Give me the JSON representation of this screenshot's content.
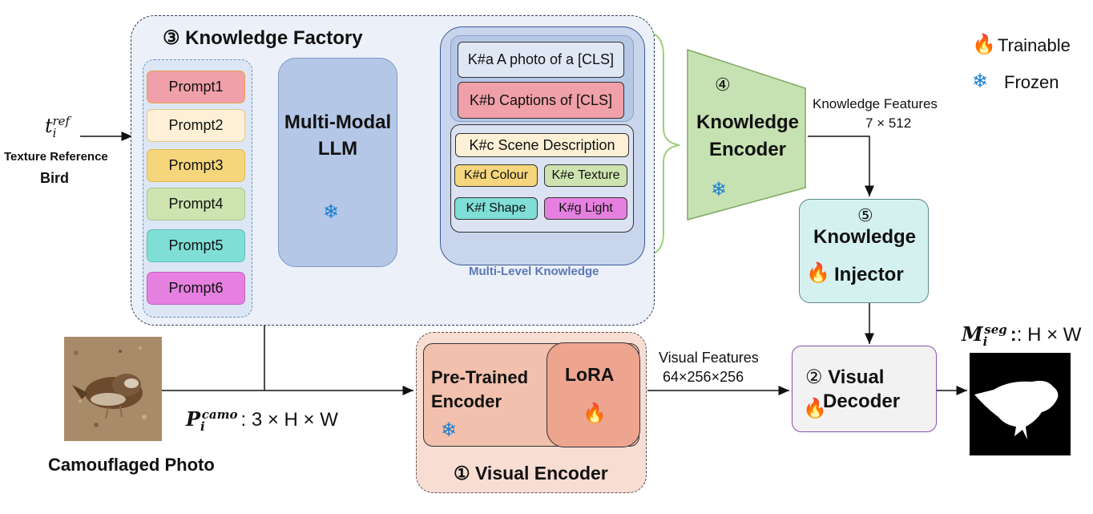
{
  "legend": {
    "trainable": "Trainable",
    "frozen": "Frozen"
  },
  "factory": {
    "title": "③ Knowledge Factory"
  },
  "prompts": [
    "Prompt1",
    "Prompt2",
    "Prompt3",
    "Prompt4",
    "Prompt5",
    "Prompt6"
  ],
  "mllm": {
    "line1": "Multi-Modal",
    "line2": "LLM"
  },
  "knowledge": {
    "a": "K#a A photo of a [CLS]",
    "b": "K#b Captions of [CLS]",
    "c": "K#c Scene Description",
    "d": "K#d Colour",
    "e": "K#e Texture",
    "f": "K#f Shape",
    "g": "K#g Light",
    "caption": "Multi-Level Knowledge"
  },
  "encoder": {
    "num": "④",
    "line1": "Knowledge",
    "line2": "Encoder"
  },
  "knowledge_features": {
    "line1": "Knowledge Features",
    "line2": "7 × 512"
  },
  "injector": {
    "num": "⑤",
    "line1": "Knowledge",
    "line2": "Injector"
  },
  "texture": {
    "symbol": "t",
    "sub": "i",
    "sup": "ref",
    "line1": "Texture Reference",
    "line2": "Bird"
  },
  "photo": {
    "caption": "Camouflaged Photo"
  },
  "input_label": {
    "symbol": "P",
    "sub": "i",
    "sup": "camo",
    "dims": ": 3 × H × W"
  },
  "visual_encoder": {
    "title": "① Visual Encoder",
    "pre_line1": "Pre-Trained",
    "pre_line2": "Encoder",
    "lora": "LoRA"
  },
  "visual_features": {
    "line1": "Visual Features",
    "line2": "64×256×256"
  },
  "decoder": {
    "num": "②",
    "word1": "Visual",
    "word2": "Decoder"
  },
  "output": {
    "symbol": "M",
    "sub": "i",
    "sup": "seg",
    "dims": ": H × W"
  },
  "colors": {
    "prompt1": "#f0a0a8",
    "prompt2": "#fdf0d6",
    "prompt3": "#f6d67c",
    "prompt4": "#cde4b0",
    "prompt5": "#7fded6",
    "prompt6": "#e580e0",
    "encoder": "#c7e2b2",
    "injector": "#d5f1ef",
    "mllm": "#b4c7e7"
  }
}
